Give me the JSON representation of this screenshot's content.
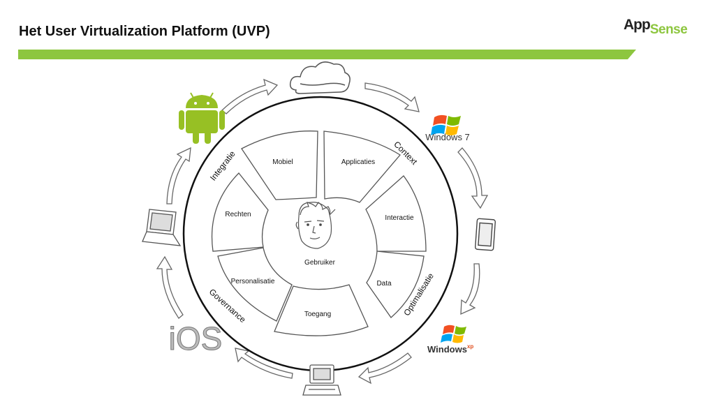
{
  "header": {
    "title": "Het User Virtualization Platform (UVP)",
    "logo_app": "App",
    "logo_sense": "Sense"
  },
  "colors": {
    "accent": "#8dc63f",
    "android": "#97c024",
    "windows_red": "#f25022",
    "windows_green": "#7fba00",
    "windows_blue": "#00a4ef",
    "windows_yellow": "#ffb900"
  },
  "diagram": {
    "center_label": "Gebruiker",
    "segments": [
      "Mobiel",
      "Applicaties",
      "Interactie",
      "Data",
      "Toegang",
      "Personalisatie",
      "Rechten"
    ],
    "ring_labels": [
      "Integratie",
      "Context",
      "Optimalisatie",
      "Governance"
    ]
  },
  "platforms": {
    "windows7": "Windows 7",
    "windowsxp_main": "Windows",
    "windowsxp_sup": "xp",
    "ios": "iOS",
    "icons": [
      "cloud-icon",
      "windows7-logo-icon",
      "tablet-icon",
      "windowsxp-logo-icon",
      "desktop-computer-icon",
      "ios-logo-icon",
      "laptop-icon",
      "android-icon"
    ]
  }
}
